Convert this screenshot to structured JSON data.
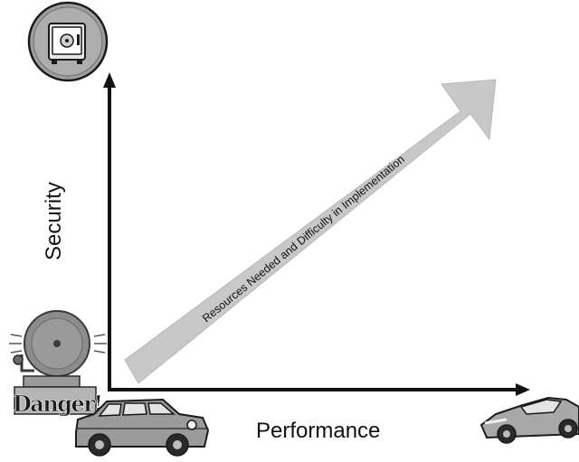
{
  "axes": {
    "x_label": "Performance",
    "y_label": "Security"
  },
  "arrow": {
    "label": "Resources Needed and Difficulty in Implementation"
  },
  "icons": {
    "safe": "safe-icon",
    "alarm_bell": "alarm-bell-icon",
    "danger_sign": "Danger!",
    "old_car": "old-sedan-icon",
    "sports_car": "sports-car-icon"
  },
  "colors": {
    "axis": "#111111",
    "arrow_fill": "#c8c8c8",
    "icon_gray": "#8a8a8a",
    "safe_circle": "#a8a8a8"
  }
}
